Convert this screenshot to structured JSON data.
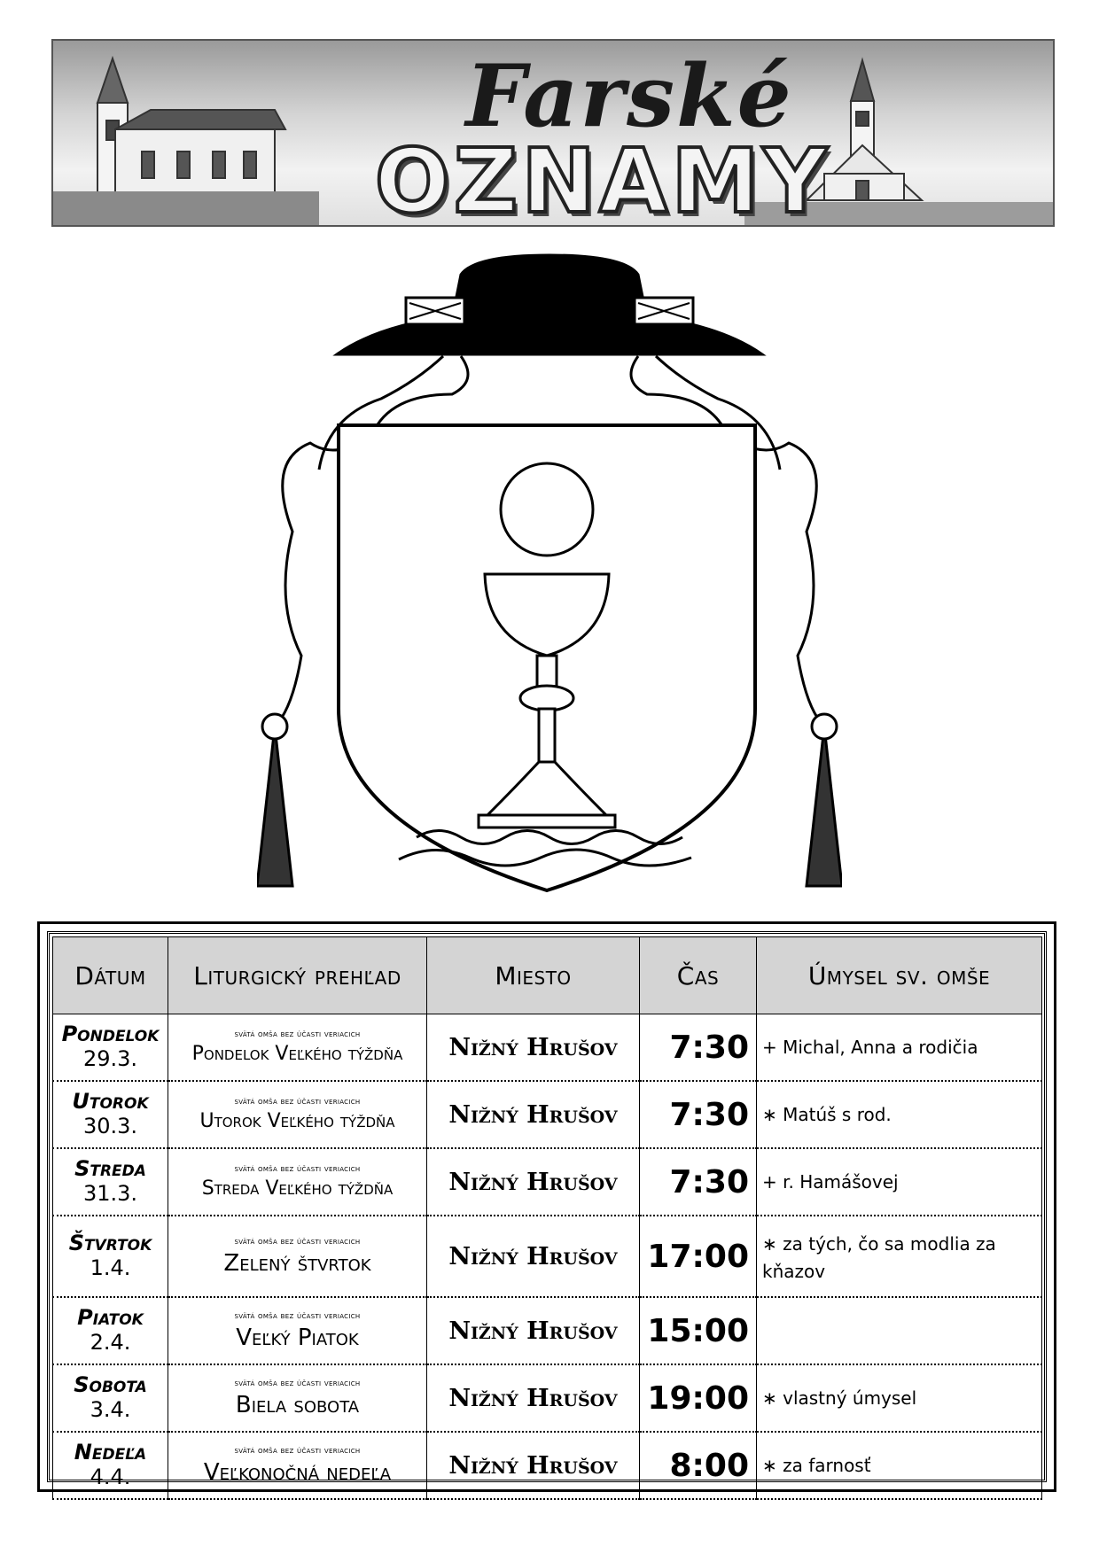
{
  "banner": {
    "script_title": "Farské",
    "main_title": "OZNAMY"
  },
  "table": {
    "headers": {
      "date": "Dátum",
      "liturgy": "Liturgický prehľad",
      "place": "Miesto",
      "time": "Čas",
      "intention": "Úmysel sv. omše"
    },
    "rows": [
      {
        "day": "Pondelok",
        "date": "29.3.",
        "note": "svätá omša bez účasti veriacich",
        "liturgy": "Pondelok Veľkého týždňa",
        "place": "Nižný Hrušov",
        "time": "7:30",
        "intention": "+ Michal, Anna a rodičia"
      },
      {
        "day": "Utorok",
        "date": "30.3.",
        "note": "svätá omša bez účasti veriacich",
        "liturgy": "Utorok Veľkého týždňa",
        "place": "Nižný Hrušov",
        "time": "7:30",
        "intention": "∗ Matúš s rod."
      },
      {
        "day": "Streda",
        "date": "31.3.",
        "note": "svätá omša bez účasti veriacich",
        "liturgy": "Streda Veľkého týždňa",
        "place": "Nižný Hrušov",
        "time": "7:30",
        "intention": "+ r. Hamášovej"
      },
      {
        "day": "Štvrtok",
        "date": "1.4.",
        "note": "svätá omša bez účasti veriacich",
        "liturgy": "Zelený štvrtok",
        "place": "Nižný Hrušov",
        "time": "17:00",
        "intention": "∗ za tých, čo sa modlia za kňazov"
      },
      {
        "day": "Piatok",
        "date": "2.4.",
        "note": "svätá omša bez účasti veriacich",
        "liturgy": "Veľký Piatok",
        "place": "Nižný Hrušov",
        "time": "15:00",
        "intention": ""
      },
      {
        "day": "Sobota",
        "date": "3.4.",
        "note": "svätá omša bez účasti veriacich",
        "liturgy": "Biela sobota",
        "place": "Nižný Hrušov",
        "time": "19:00",
        "intention": "∗ vlastný úmysel"
      },
      {
        "day": "Nedeľa",
        "date": "4.4.",
        "note": "svätá omša bez účasti veriacich",
        "liturgy": "Veľkonočná nedeľa",
        "place": "Nižný Hrušov",
        "time": "8:00",
        "intention": "∗ za farnosť"
      }
    ]
  }
}
